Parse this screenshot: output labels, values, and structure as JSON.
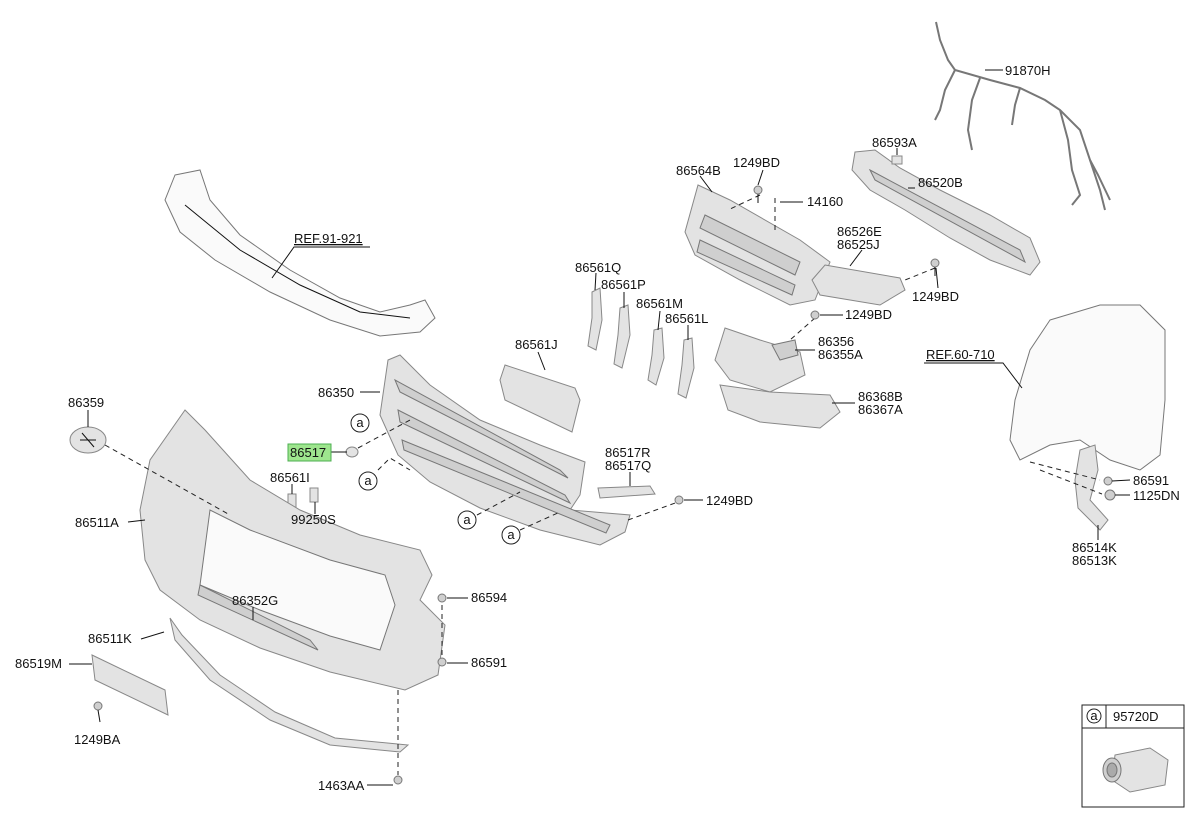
{
  "labels": {
    "l91870H": "91870H",
    "l86593A": "86593A",
    "l86520B": "86520B",
    "l86564B": "86564B",
    "l1249BD_a": "1249BD",
    "l14160": "14160",
    "l86526E": "86526E",
    "l86525J": "86525J",
    "l1249BD_b": "1249BD",
    "l1249BD_c": "1249BD",
    "l86356": "86356",
    "l86355A": "86355A",
    "l86368B": "86368B",
    "l86367A": "86367A",
    "lREF91": "REF.91-921",
    "l86561Q": "86561Q",
    "l86561P": "86561P",
    "l86561M": "86561M",
    "l86561L": "86561L",
    "l86561J": "86561J",
    "l86350": "86350",
    "l86359": "86359",
    "l86517": "86517",
    "l86561I": "86561I",
    "l99250S": "99250S",
    "l86517R": "86517R",
    "l86517Q": "86517Q",
    "l1249BD_d": "1249BD",
    "l86511A": "86511A",
    "l86352G": "86352G",
    "l86594": "86594",
    "l86511K": "86511K",
    "l86519M": "86519M",
    "l86591_a": "86591",
    "l1249BA": "1249BA",
    "l1463AA": "1463AA",
    "lREF60": "REF.60-710",
    "l86591_b": "86591",
    "l1125DN": "1125DN",
    "l86514K": "86514K",
    "l86513K": "86513K",
    "circle_a": "a",
    "legend_code": "95720D"
  },
  "highlight_color": "#9ee58e"
}
